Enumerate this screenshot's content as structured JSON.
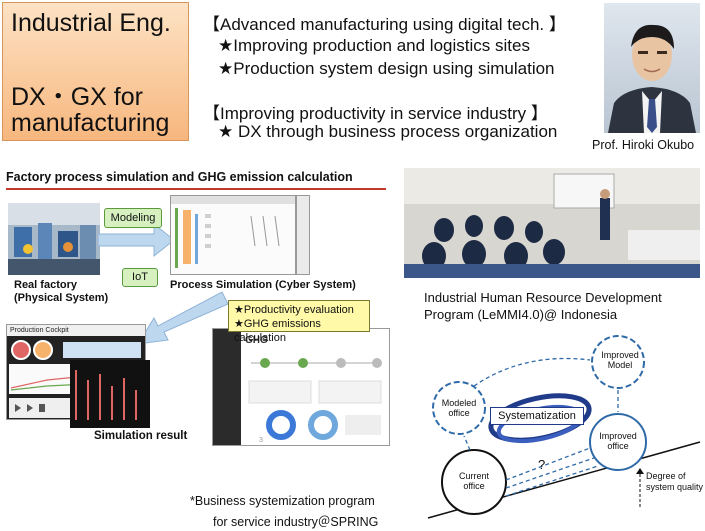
{
  "title_box": {
    "line1": "Industrial Eng.",
    "line2": "DX・GX for",
    "line3": "manufacturing"
  },
  "research": {
    "header1": "【Advanced manufacturing using digital tech. 】",
    "bullet1": "★Improving production and logistics sites",
    "bullet2": "★Production system design using simulation",
    "header2": "【Improving productivity in service industry 】",
    "bullet3": "★ DX through business process organization"
  },
  "professor": "Prof. Hiroki Okubo",
  "factory_section": {
    "title": "Factory process simulation and GHG emission calculation",
    "modeling": "Modeling",
    "iot": "IoT",
    "real_factory_1": "Real factory",
    "real_factory_2": "(Physical System)",
    "process_sim": "Process Simulation (Cyber System)",
    "callout1": "★Productivity evaluation",
    "callout2": "★GHG emissions calculation",
    "sim_result": "Simulation result",
    "cockpit_title": "Production Cockpit",
    "app_title": "GHG",
    "page_num": "3"
  },
  "hrd": {
    "line1": "Industrial Human Resource Development",
    "line2": "Program (LeMMI4.0)@ Indonesia"
  },
  "diagram": {
    "improved_model_1": "Improved",
    "improved_model_2": "Model",
    "modeled_office_1": "Modeled",
    "modeled_office_2": "office",
    "systematization": "Systematization",
    "improved_office_1": "Improved",
    "improved_office_2": "office",
    "current_office_1": "Current",
    "current_office_2": "office",
    "question": "?",
    "degree_1": "Degree of",
    "degree_2": "system quality"
  },
  "spring": {
    "line1": "*Business systemization program",
    "line2": "for service industry＠SPRING"
  }
}
